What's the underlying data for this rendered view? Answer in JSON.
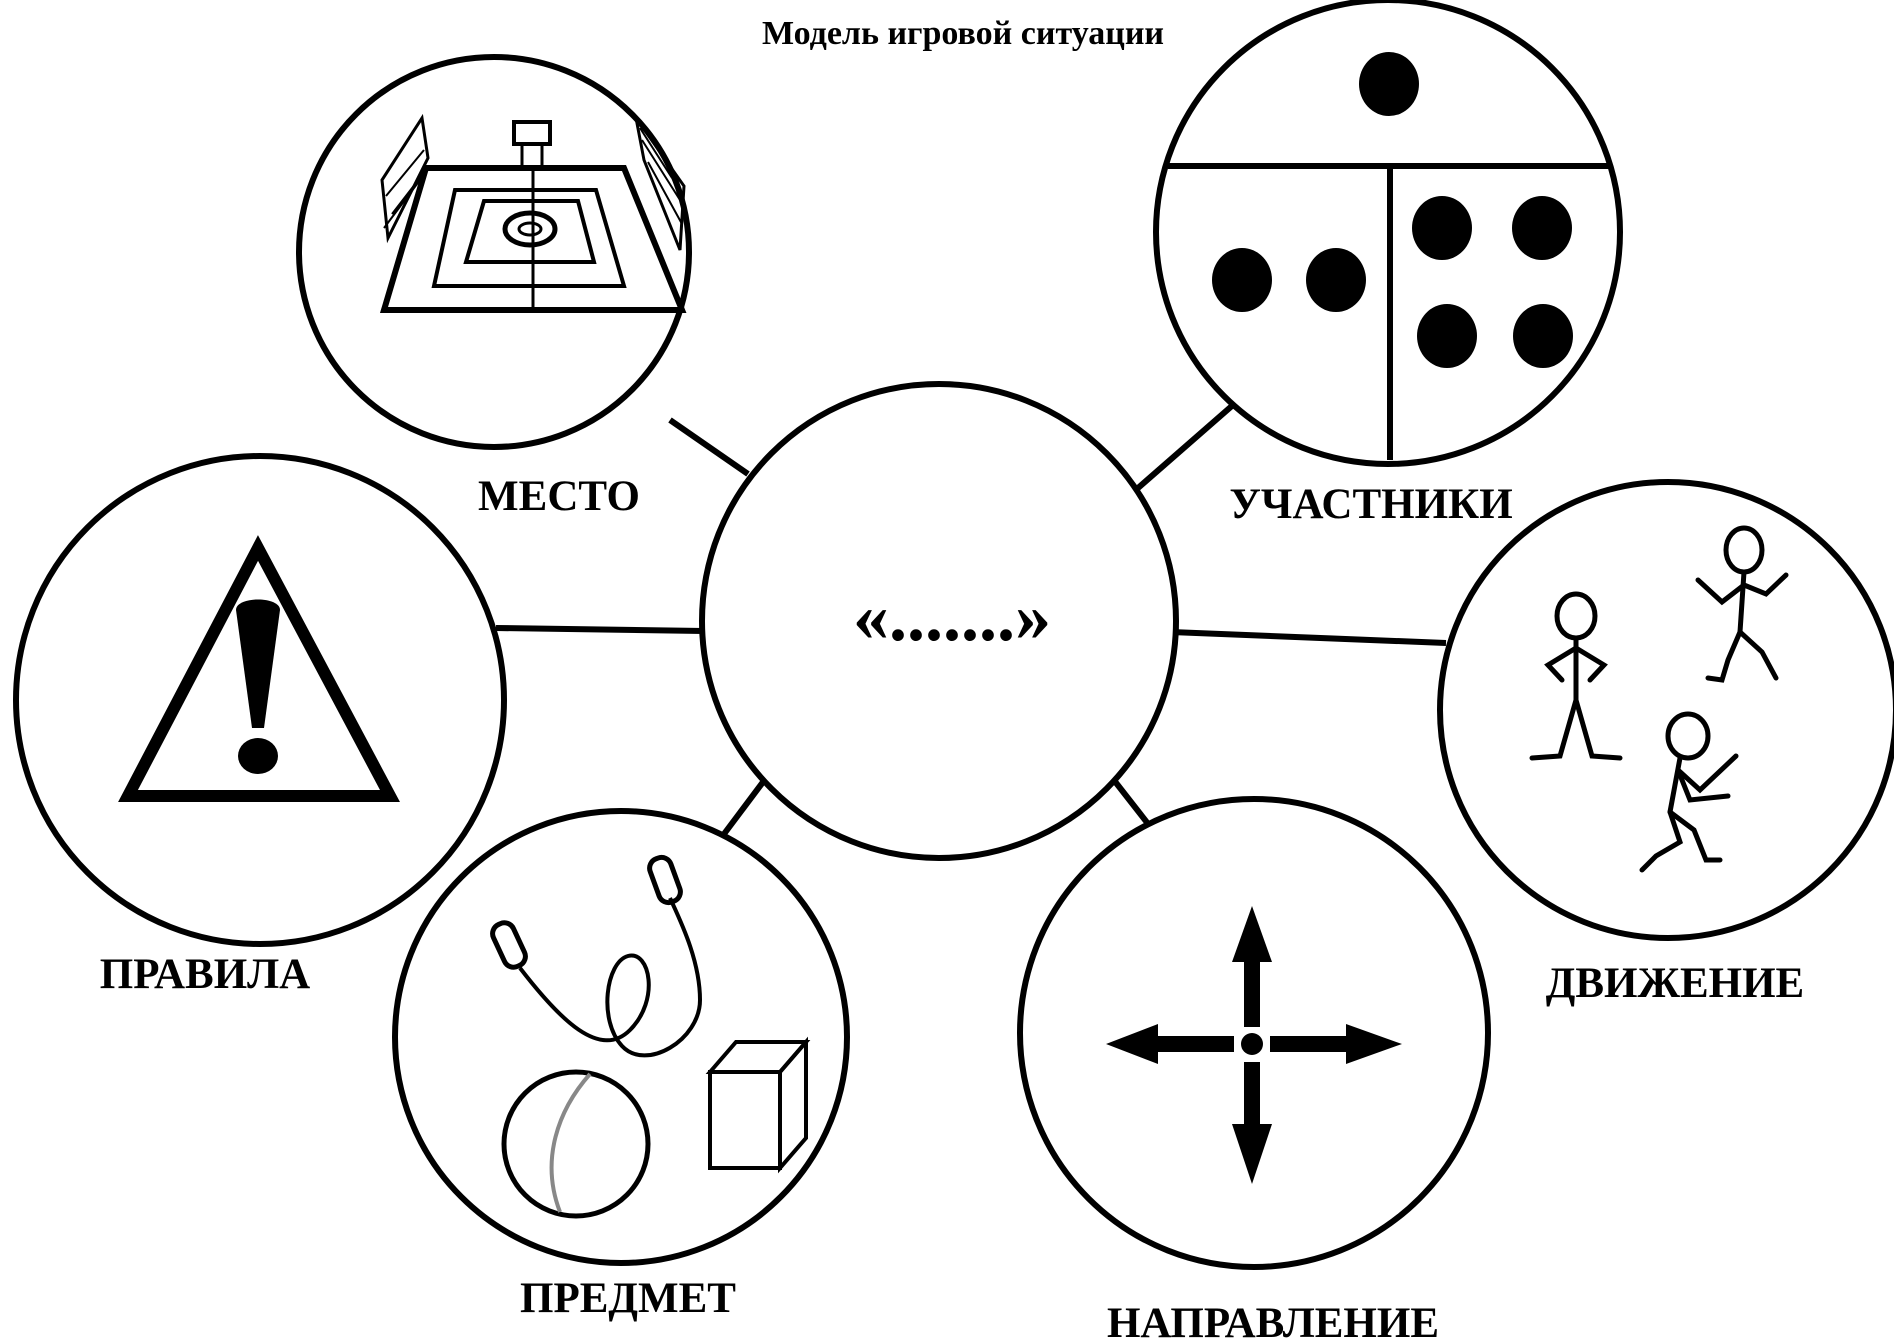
{
  "title": "Модель игровой ситуации",
  "center": {
    "text": "«.......»"
  },
  "nodes": {
    "place": {
      "label": "МЕСТО",
      "icon": "basketball-court-icon"
    },
    "participants": {
      "label": "УЧАСТНИКИ",
      "icon": "participant-dots-icon"
    },
    "movement": {
      "label": "ДВИЖЕНИЕ",
      "icon": "stick-figures-icon"
    },
    "direction": {
      "label": "НАПРАВЛЕНИЕ",
      "icon": "four-way-arrows-icon"
    },
    "object": {
      "label": "ПРЕДМЕТ",
      "icon": "sports-equipment-icon"
    },
    "rules": {
      "label": "ПРАВИЛА",
      "icon": "warning-triangle-icon"
    }
  },
  "colors": {
    "stroke": "#000000",
    "background": "#ffffff"
  }
}
